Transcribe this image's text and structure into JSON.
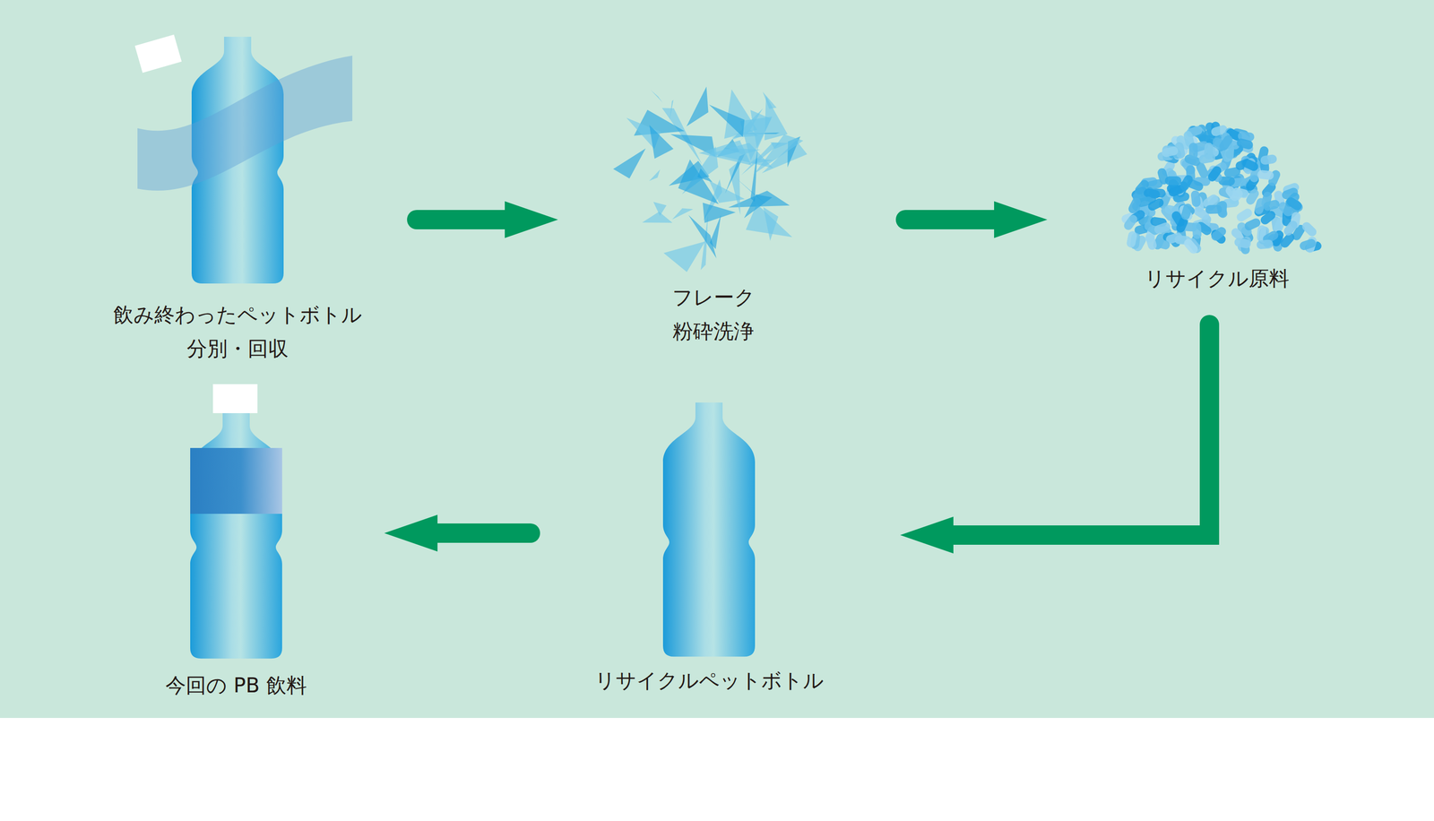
{
  "diagram": {
    "nodes": [
      {
        "text": [
          "飲み終わったペットボトル",
          "分別・回収"
        ]
      },
      {
        "text": [
          "フレーク",
          "粉砕洗浄"
        ]
      },
      {
        "text": [
          "リサイクル原料"
        ]
      },
      {
        "text": [
          "リサイクルペットボトル"
        ]
      },
      {
        "text": [
          "今回の PB 飲料"
        ]
      }
    ],
    "edges": [
      {
        "from": 0,
        "to": 1,
        "arrow": "to"
      },
      {
        "from": 1,
        "to": 2,
        "arrow": "to"
      },
      {
        "from": 2,
        "to": 3,
        "arrow": "to"
      },
      {
        "from": 3,
        "to": 4,
        "arrow": "to"
      }
    ]
  }
}
